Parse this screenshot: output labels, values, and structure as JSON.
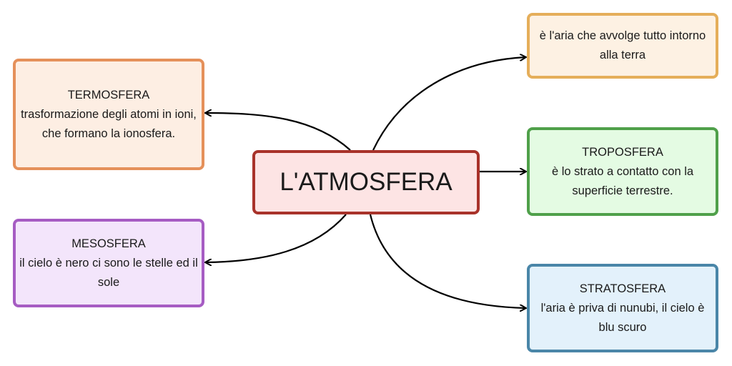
{
  "central": {
    "label": "L'ATMOSFERA"
  },
  "nodes": {
    "termosfera": {
      "title": "TERMOSFERA",
      "text": "trasformazione degli atomi in ioni, che formano la ionosfera."
    },
    "mesosfera": {
      "title": "MESOSFERA",
      "text": "il cielo è nero ci sono le stelle ed il sole"
    },
    "definizione": {
      "text": "è l'aria che avvolge tutto intorno alla terra"
    },
    "troposfera": {
      "title": "TROPOSFERA",
      "text": "è lo strato a contatto con la superficie terrestre."
    },
    "stratosfera": {
      "title": "STRATOSFERA",
      "text": "l'aria è priva di nunubi, il cielo è blu scuro"
    }
  },
  "colors": {
    "central_border": "#a8322a",
    "central_fill": "#fde4e4",
    "termosfera_border": "#e5905a",
    "mesosfera_border": "#a65cc3",
    "definizione_border": "#e5ae5a",
    "troposfera_border": "#4fa04a",
    "stratosfera_border": "#4a86a8",
    "connector": "#000000"
  }
}
